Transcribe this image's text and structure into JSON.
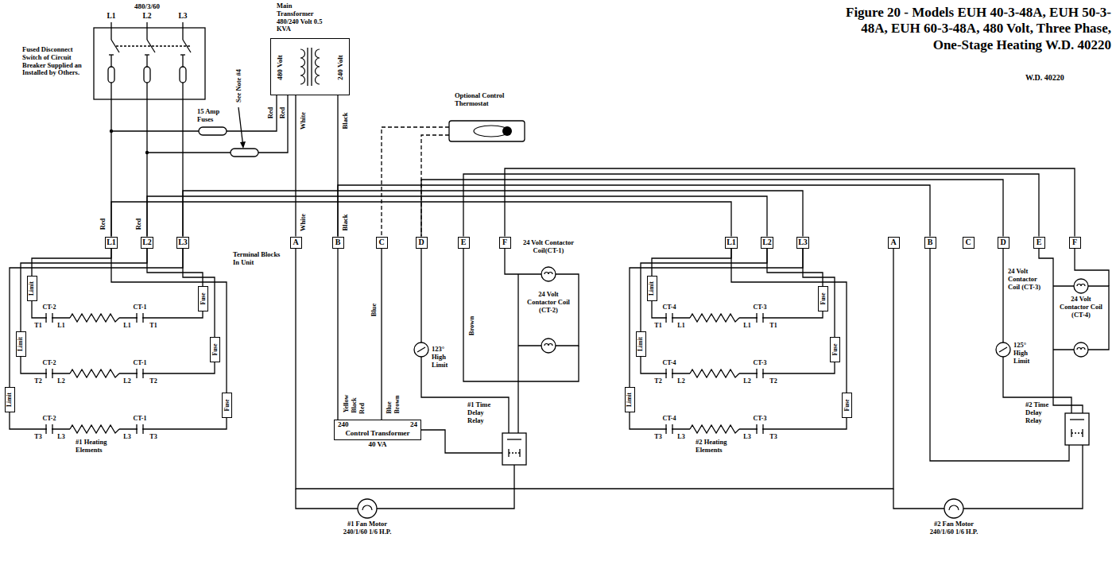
{
  "diagram": {
    "title": "Figure 20 - Models EUH 40-3-48A, EUH 50-3-48A, EUH 60-3-48A, 480 Volt, Three Phase, One-Stage Heating W.D. 40220",
    "nodes": [
      {
        "text": [
          "480 Volt",
          "240 Volt"
        ]
      },
      {
        "text": [
          "L1"
        ]
      },
      {
        "text": [
          "L2"
        ]
      },
      {
        "text": [
          "L3"
        ]
      },
      {
        "text": [
          "A"
        ]
      },
      {
        "text": [
          "B"
        ]
      },
      {
        "text": [
          "C"
        ]
      },
      {
        "text": [
          "D"
        ]
      },
      {
        "text": [
          "E"
        ]
      },
      {
        "text": [
          "F"
        ]
      },
      {
        "text": [
          "Limit"
        ]
      },
      {
        "text": [
          "Limit"
        ]
      },
      {
        "text": [
          "Limit"
        ]
      },
      {
        "text": [
          "Fuse"
        ]
      },
      {
        "text": [
          "Fuse"
        ]
      },
      {
        "text": [
          "Fuse"
        ]
      },
      {
        "text": [
          "240",
          "24",
          "Control Transformer",
          "40 VA"
        ]
      },
      {
        "text": [
          "L1"
        ]
      },
      {
        "text": [
          "L2"
        ]
      },
      {
        "text": [
          "L3"
        ]
      },
      {
        "text": [
          "A"
        ]
      },
      {
        "text": [
          "B"
        ]
      },
      {
        "text": [
          "C"
        ]
      },
      {
        "text": [
          "D"
        ]
      },
      {
        "text": [
          "E"
        ]
      },
      {
        "text": [
          "F"
        ]
      },
      {
        "text": [
          "Limit"
        ]
      },
      {
        "text": [
          "Limit"
        ]
      },
      {
        "text": [
          "Limit"
        ]
      },
      {
        "text": [
          "Fuse"
        ]
      },
      {
        "text": [
          "Fuse"
        ]
      },
      {
        "text": [
          "Fuse"
        ]
      }
    ],
    "edges": [
      {
        "from": 0,
        "to": 4,
        "arrow": "none"
      },
      {
        "from": 0,
        "to": 5,
        "arrow": "none"
      },
      {
        "from": 1,
        "to": 17,
        "arrow": "none"
      },
      {
        "from": 2,
        "to": 18,
        "arrow": "none"
      },
      {
        "from": 3,
        "to": 19,
        "arrow": "none"
      },
      {
        "from": 5,
        "to": 21,
        "arrow": "none"
      },
      {
        "from": 7,
        "to": 23,
        "arrow": "none"
      },
      {
        "from": 8,
        "to": 24,
        "arrow": "none"
      },
      {
        "from": 9,
        "to": 25,
        "arrow": "none"
      },
      {
        "from": 4,
        "to": 20,
        "arrow": "none"
      },
      {
        "from": 5,
        "to": 16,
        "arrow": "none"
      },
      {
        "from": 6,
        "to": 16,
        "arrow": "none"
      },
      {
        "from": 1,
        "to": 10,
        "arrow": "none"
      },
      {
        "from": 2,
        "to": 11,
        "arrow": "none"
      },
      {
        "from": 3,
        "to": 12,
        "arrow": "none"
      },
      {
        "from": 2,
        "to": 13,
        "arrow": "none"
      },
      {
        "from": 3,
        "to": 14,
        "arrow": "none"
      },
      {
        "from": 1,
        "to": 15,
        "arrow": "none"
      },
      {
        "from": 10,
        "to": 13,
        "arrow": "none"
      },
      {
        "from": 11,
        "to": 14,
        "arrow": "none"
      },
      {
        "from": 12,
        "to": 15,
        "arrow": "none"
      },
      {
        "from": 17,
        "to": 26,
        "arrow": "none"
      },
      {
        "from": 18,
        "to": 27,
        "arrow": "none"
      },
      {
        "from": 19,
        "to": 28,
        "arrow": "none"
      },
      {
        "from": 18,
        "to": 29,
        "arrow": "none"
      },
      {
        "from": 19,
        "to": 30,
        "arrow": "none"
      },
      {
        "from": 17,
        "to": 31,
        "arrow": "none"
      },
      {
        "from": 26,
        "to": 29,
        "arrow": "none"
      },
      {
        "from": 27,
        "to": 30,
        "arrow": "none"
      },
      {
        "from": 28,
        "to": 31,
        "arrow": "none"
      }
    ],
    "labels": [
      "480/3/60",
      "L1",
      "L2",
      "L3",
      "Fused Disconnect Switch of Circuit Breaker Supplied an Installed by Others.",
      "Main Transformer 480/240 Volt 0.5 KVA",
      "15 Amp Fuses",
      "See Note #4",
      "Red",
      "Red",
      "White",
      "Black",
      "Optional Control Thermostat",
      "Red",
      "Red",
      "Terminal Blocks In Unit",
      "White",
      "Black",
      "24 Volt Contactor Coil(CT-1)",
      "24 Volt Contactor Coil (CT-2)",
      "123° High Limit",
      "Brown",
      "Blue",
      "#1 Time Delay Relay",
      "Yellow",
      "Black",
      "Red",
      "Blue",
      "Brown",
      "#1 Heating Elements",
      "#1 Fan Motor 240/1/60 1/6 H.P.",
      "CT-2",
      "T1",
      "L1",
      "L1",
      "CT-1",
      "T1",
      "CT-2",
      "T2",
      "L2",
      "L2",
      "CT-1",
      "T2",
      "CT-2",
      "T3",
      "L3",
      "L3",
      "CT-1",
      "T3",
      "W.D. 40220",
      "CT-4",
      "T1",
      "L1",
      "L1",
      "CT-3",
      "T1",
      "CT-4",
      "T2",
      "L2",
      "L2",
      "CT-3",
      "T2",
      "CT-4",
      "T3",
      "L3",
      "L3",
      "CT-3",
      "T3",
      "#2 Heating Elements",
      "24 Volt Contactor Coil (CT-3)",
      "24 Volt Contactor Coil (CT-4)",
      "125° High Limit",
      "#2 Time Delay Relay",
      "#2 Fan Motor 240/1/60 1/6 H.P."
    ]
  }
}
